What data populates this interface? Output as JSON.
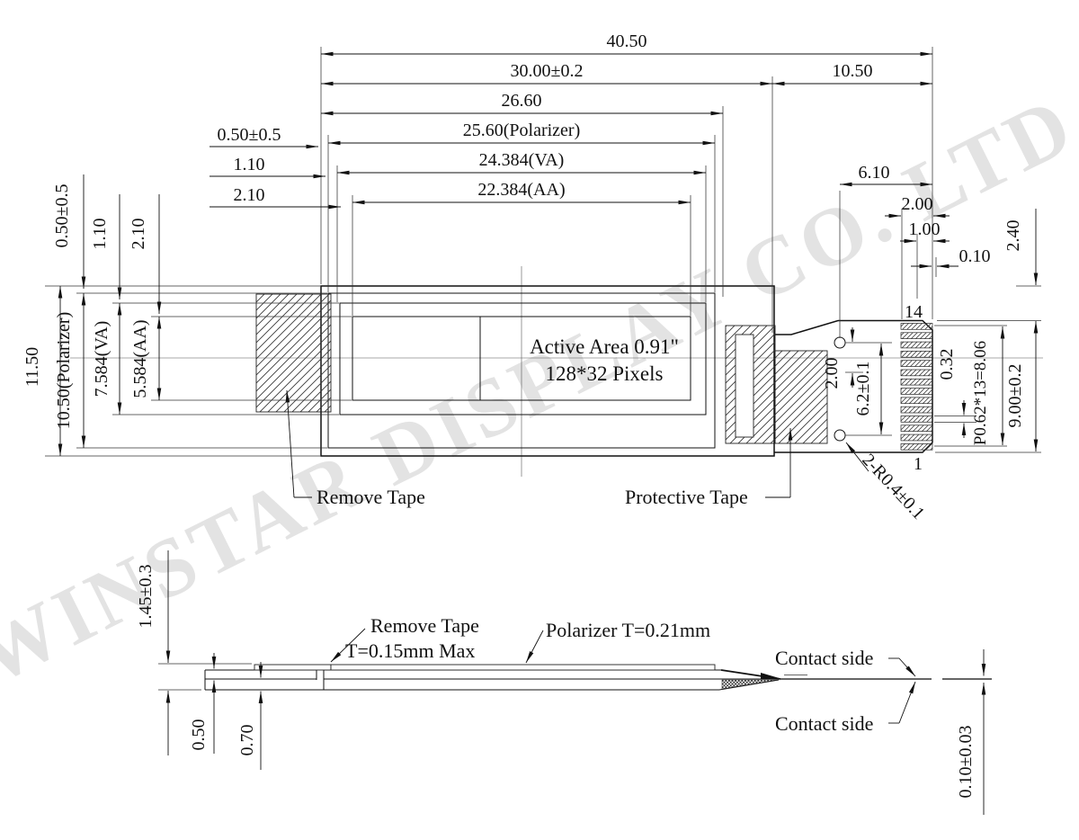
{
  "watermark": "WINSTAR DISPLAY CO. LTD.",
  "plan": {
    "overall_w": "40.50",
    "glass_w": "30.00±0.2",
    "tail_w": "10.50",
    "outline_w": "26.60",
    "pol_w": "25.60(Polarizer)",
    "va_w": "24.384(VA)",
    "aa_w": "22.384(AA)",
    "pol_off_top": "0.50±0.5",
    "va_off_top": "1.10",
    "aa_off_top": "2.10",
    "pol_off_left": "0.50±0.5",
    "va_off_left": "1.10",
    "aa_off_left": "2.10",
    "overall_h": "11.50",
    "pol_h": "10.50(Polarizer)",
    "va_h": "7.584(VA)",
    "aa_h": "5.584(AA)",
    "active_area_line1": "Active Area 0.91\"",
    "active_area_line2": "128*32 Pixels",
    "remove_tape_label": "Remove Tape",
    "protective_tape_label": "Protective Tape",
    "hole_edge_dist": "6.10",
    "pin_len": "2.00",
    "pin_off1": "1.00",
    "pin_off2": "0.10",
    "tail_top_off": "2.40",
    "pin_last": "14",
    "pin_first": "1",
    "hole_center_off": "2.00",
    "hole_pitch": "6.2±0.1",
    "pin_w": "0.32",
    "pin_pitch": "P0.62*13=8.06",
    "tail_h": "9.00±0.2",
    "hole_radius": "2-R0.4±0.1"
  },
  "side": {
    "total_thickness": "1.45±0.3",
    "remove_tape_line1": "Remove Tape",
    "remove_tape_line2": "T=0.15mm Max",
    "polarizer_label": "Polarizer T=0.21mm",
    "contact_side_top": "Contact side",
    "contact_side_bottom": "Contact side",
    "top_glass_t": "0.50",
    "bottom_glass_t": "0.70",
    "tail_t": "0.10±0.03"
  }
}
